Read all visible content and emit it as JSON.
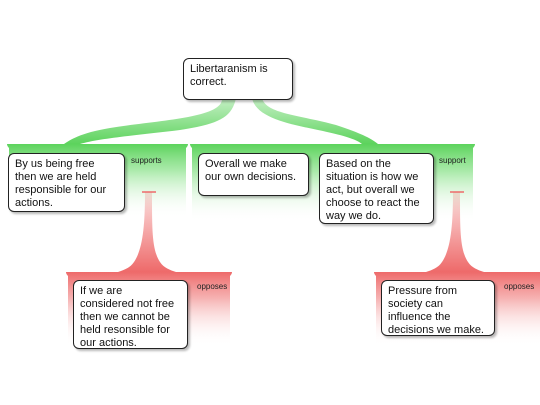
{
  "contention": {
    "text": "Libertaranism is\ncorrect."
  },
  "reasons": [
    {
      "label": "supports",
      "premises": [
        {
          "text": "By us being free\nthen we are held\nresponsible for our\nactions."
        }
      ]
    },
    {
      "label": "support",
      "premises": [
        {
          "text": "Overall we make\nour own decisions."
        },
        {
          "text": "Based on the\nsituation is how we\nact, but overall we\nchoose to react the\nway we do."
        }
      ]
    }
  ],
  "objections": [
    {
      "label": "opposes",
      "premises": [
        {
          "text": "If we are\nconsidered not free\nthen we cannot be\nheld resonsible for\nour actions."
        }
      ]
    },
    {
      "label": "opposes",
      "premises": [
        {
          "text": "Pressure from\nsociety can\ninfluence the\ndecisions we make."
        }
      ]
    }
  ],
  "colors": {
    "support": "#5cd35c",
    "oppose": "#ee6a6a",
    "border": "#222222",
    "background": "#ffffff"
  }
}
